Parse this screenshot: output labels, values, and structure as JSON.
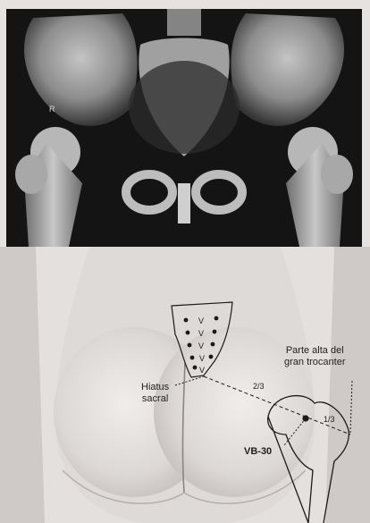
{
  "xray": {
    "side_marker": "R"
  },
  "annotations": {
    "sacral_hiatus_line1": "Hiatus",
    "sacral_hiatus_line2": "sacral",
    "trochanter_line1": "Parte alta del",
    "trochanter_line2": "gran trocanter",
    "fraction_upper": "2/3",
    "fraction_lower": "1/3",
    "point_name": "VB-30"
  },
  "sacrum": {
    "vertebra_mark": "V"
  },
  "colors": {
    "xray_background": "#141414",
    "bone": "#cfcfcf",
    "skin": "#dedad8",
    "outline": "#1a1a1a"
  }
}
